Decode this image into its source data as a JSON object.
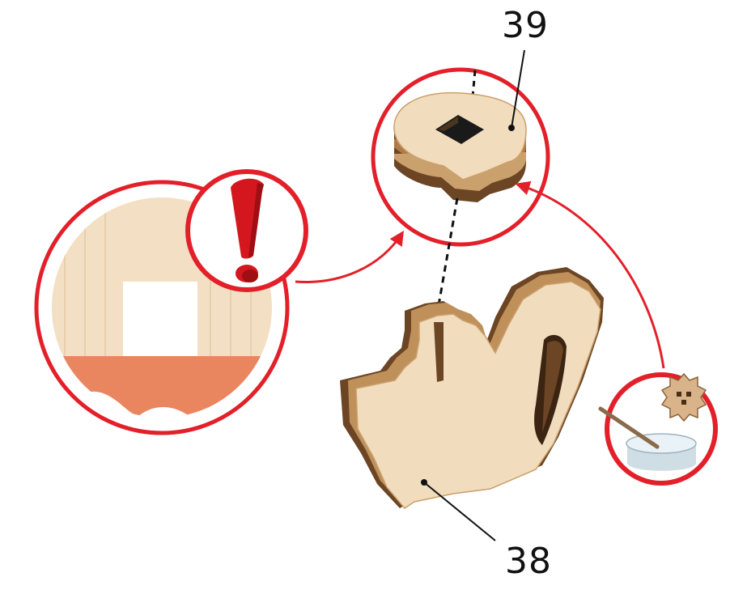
{
  "parts": [
    {
      "id": "39",
      "number": "39"
    },
    {
      "id": "38",
      "number": "38"
    }
  ],
  "colors": {
    "callout_red": "#e3202a",
    "warning_red": "#d4161e",
    "wood_light": "#f1dcbd",
    "wood_face": "#eed6b4",
    "wood_dark": "#6b4524",
    "wood_mid": "#9a6a3a",
    "glue_highlight": "#e98660",
    "glue_pot": "#d9e7ee"
  },
  "icons": [
    "warning-exclamation-icon",
    "glue-pot-icon",
    "glue-brush-icon",
    "gear-icon"
  ]
}
